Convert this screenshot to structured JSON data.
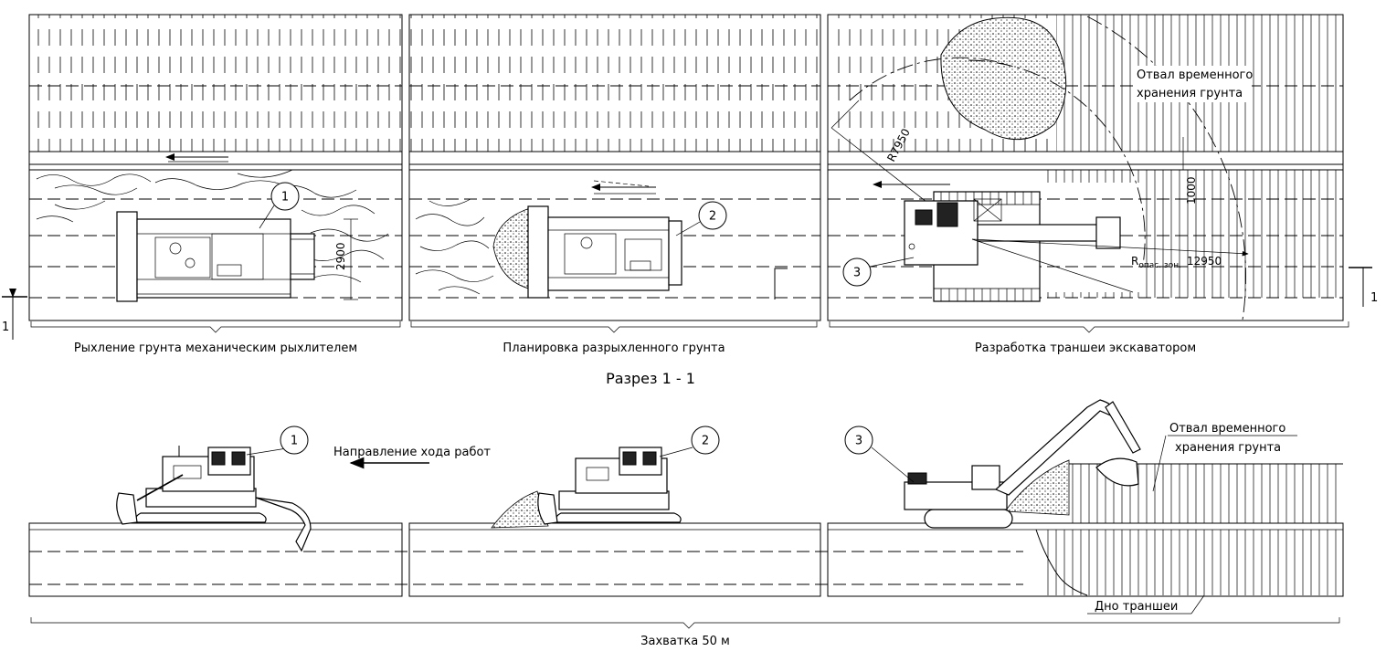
{
  "sections": {
    "s1": {
      "title": "Рыхление грунта механическим рыхлителем",
      "marker": "1"
    },
    "s2": {
      "title": "Планировка разрыхленного грунта",
      "marker": "2"
    },
    "s3": {
      "title": "Разработка траншеи экскаватором",
      "marker": "3"
    }
  },
  "plan": {
    "dim_width": "2900",
    "dim_radius": "R7950",
    "dim_offset": "1000",
    "danger_radius_label": "R",
    "danger_radius_sub": "опас. зон.",
    "danger_radius_value": "12950",
    "cut_mark_left": "1",
    "cut_mark_right": "1",
    "spoil_label_line1": "Отвал временного",
    "spoil_label_line2": "хранения грунта"
  },
  "section_view": {
    "title": "Разрез 1 - 1",
    "direction_label": "Направление хода работ",
    "spoil_label_line1": "Отвал временного",
    "spoil_label_line2": "хранения грунта",
    "trench_bottom_label": "Дно траншеи",
    "capture_label": "Захватка 50 м"
  }
}
